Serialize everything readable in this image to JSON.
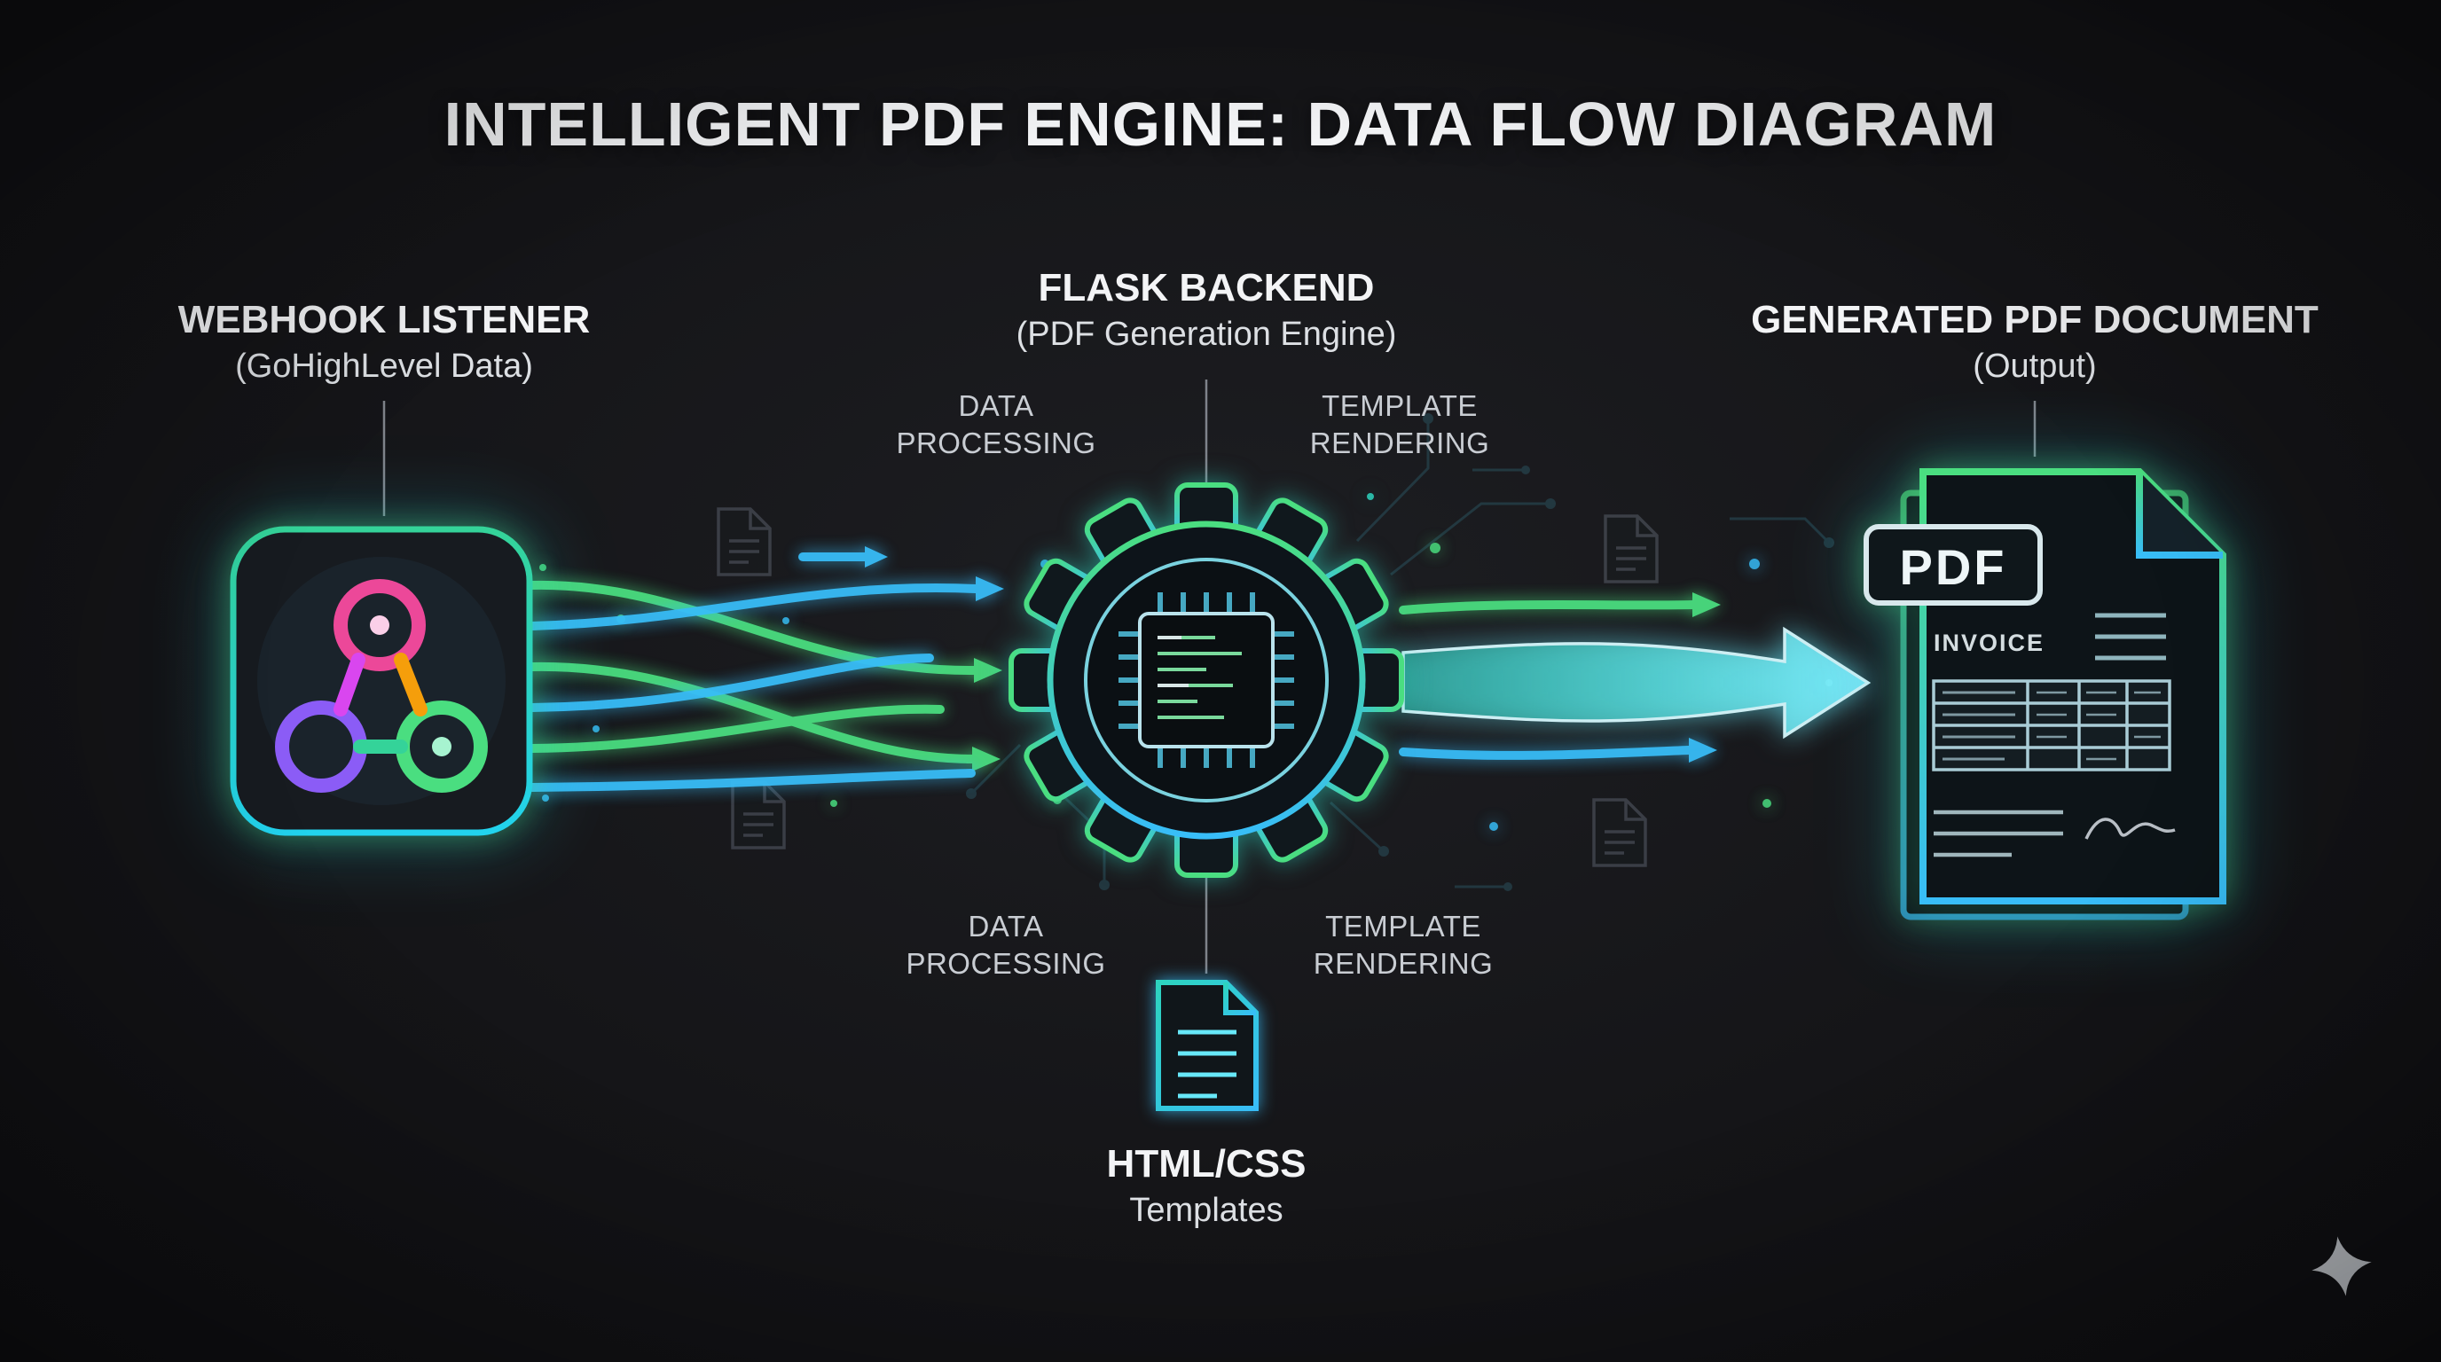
{
  "title": "INTELLIGENT PDF ENGINE: DATA FLOW DIAGRAM",
  "webhook": {
    "title": "WEBHOOK LISTENER",
    "subtitle": "(GoHighLevel Data)"
  },
  "flask": {
    "title": "FLASK BACKEND",
    "subtitle": "(PDF Generation Engine)",
    "labels": {
      "top_left": "DATA PROCESSING",
      "top_right": "TEMPLATE RENDERING",
      "bottom_left": "DATA PROCESSING",
      "bottom_right": "TEMPLATE RENDERING"
    }
  },
  "templates": {
    "title": "HTML/CSS",
    "subtitle": "Templates"
  },
  "output": {
    "title": "GENERATED PDF DOCUMENT",
    "subtitle": "(Output)",
    "pdf_badge": "PDF",
    "document_heading": "INVOICE"
  },
  "icons": {
    "webhook": "webhook-icon",
    "gear": "gear-cpu-icon",
    "template_document": "document-icon",
    "pdf_document": "pdf-file-icon",
    "sparkle": "sparkle-icon"
  },
  "colors": {
    "background": "#141417",
    "green": "#4ade80",
    "cyan": "#38bdf8",
    "teal": "#2dd4bf",
    "text": "#f3f4f6",
    "muted_text": "#c9cdd3"
  }
}
